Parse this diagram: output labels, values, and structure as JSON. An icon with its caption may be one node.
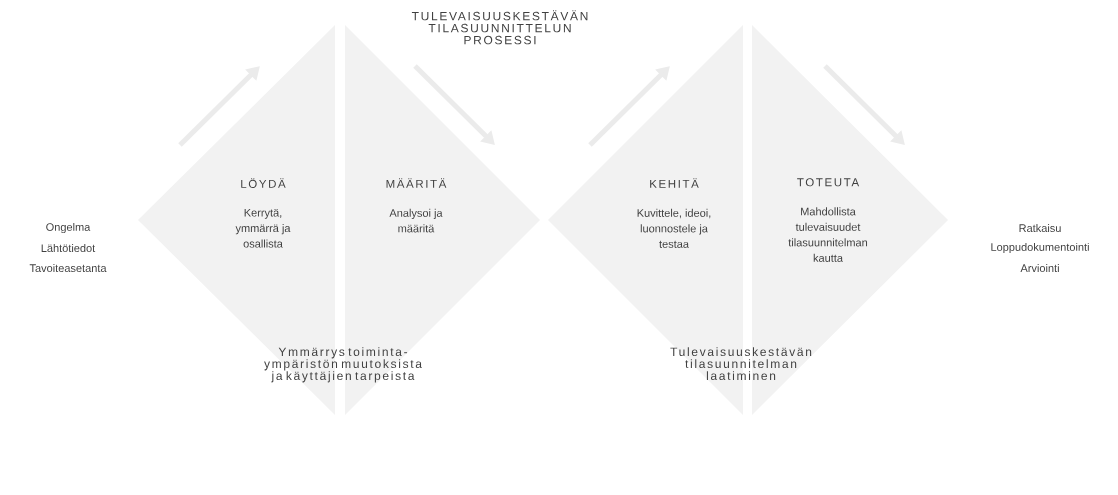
{
  "diagram": {
    "title": "TULEVAISUUSKESTÄVÄN TILASUUNNITTELUN PROSESSI",
    "nodes": [
      {
        "text": [
          "LÖYDÄ",
          "Kerrytä, ymmärrä ja osallista"
        ]
      },
      {
        "text": [
          "MÄÄRITÄ",
          "Analysoi ja määritä"
        ]
      },
      {
        "text": [
          "KEHITÄ",
          "Kuvittele, ideoi, luonnostele ja testaa"
        ]
      },
      {
        "text": [
          "TOTEUTA",
          "Mahdollista tulevaisuudet tilasuunnitelman kautta"
        ]
      }
    ],
    "labels": [
      "Ongelma",
      "Lähtötiedot",
      "Tavoiteasetanta",
      "Ratkaisu",
      "Loppudokumentointi",
      "Arviointi",
      "Ymmärrys toiminta- ympäristön muutoksista ja käyttäjien tarpeista",
      "Tulevaisuuskestävän tilasuunnitelman laatiminen"
    ]
  }
}
